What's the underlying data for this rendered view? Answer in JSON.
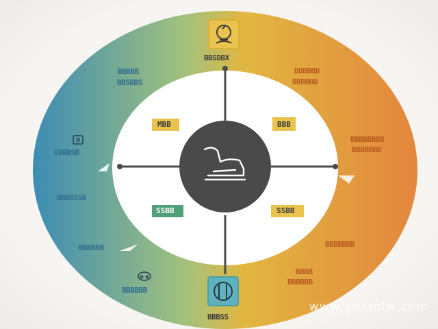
{
  "diagram": {
    "colors": {
      "ring_blue": "#3c8cb4",
      "ring_green": "#a4c27c",
      "ring_yellow": "#e2b640",
      "ring_orange": "#e3863e",
      "inner_disc": "#ffffff",
      "hub": "#4a4a4a",
      "spoke": "#4a4a4a"
    },
    "top_node": {
      "label": "BBSDBX",
      "icon": "lamp-icon"
    },
    "bottom_node": {
      "label": "BBBSS",
      "icon": "utensils-icon"
    },
    "hub": {
      "icon": "slipper-icon"
    },
    "inner_tags": {
      "top_left": "MBB",
      "top_right": "BBB",
      "bottom_left": "SSBB",
      "bottom_right": "SSBB"
    },
    "left_labels": {
      "upper_1": "BBBBB",
      "upper_2": "BBSBBS",
      "mid_1": "BBBBSB",
      "mid_2": "BBBBSSB",
      "lower_1": "BBBBBB",
      "lower_2": "BBBBBB"
    },
    "right_labels": {
      "upper_1": "BBBBBB",
      "upper_2": "BBBBBB",
      "mid_1": "BBBBBBBB",
      "mid_2": "BBBBBBB",
      "lower_1": "BBBBBBB",
      "lower_2": "BBBB",
      "lower_3": "BBBBBB"
    },
    "watermark": "www.gdxmfw.com"
  }
}
